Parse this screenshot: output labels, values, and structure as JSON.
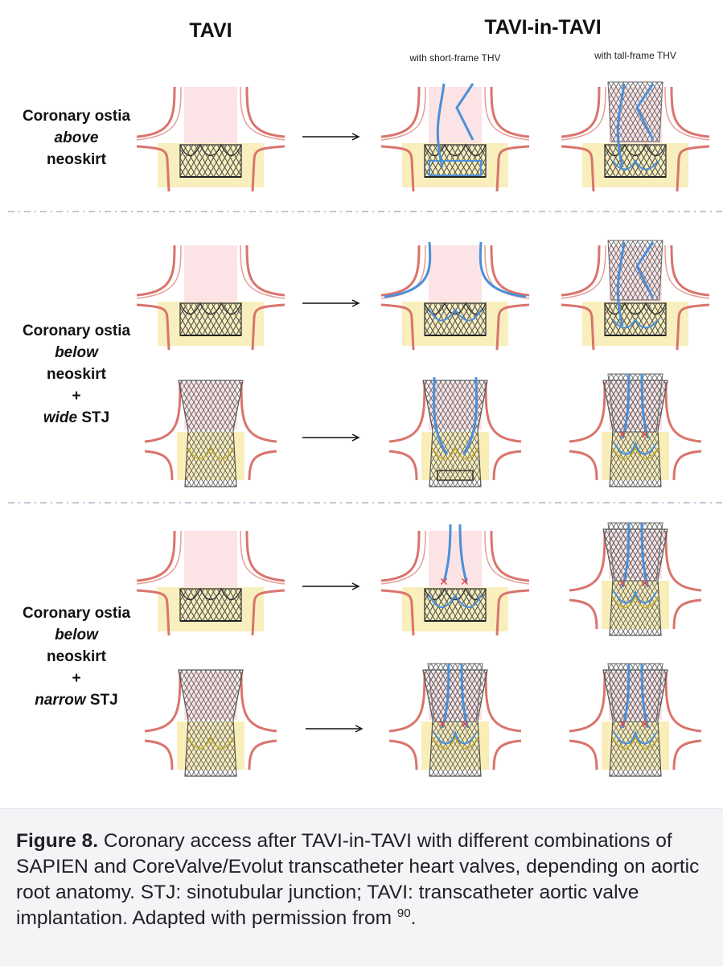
{
  "headers": {
    "left": "TAVI",
    "right": "TAVI-in-TAVI",
    "sub_short": "with short-frame THV",
    "sub_tall": "with tall-frame THV"
  },
  "rows": [
    {
      "line1": "Coronary ostia",
      "line2": "above",
      "line3": "neoskirt"
    },
    {
      "line1": "Coronary ostia",
      "line2": "below",
      "line3": "neoskirt",
      "plus": "+",
      "stj_adj": "wide",
      "stj": " STJ"
    },
    {
      "line1": "Coronary ostia",
      "line2": "below",
      "line3": "neoskirt",
      "plus": "+",
      "stj_adj": "narrow",
      "stj": " STJ"
    }
  ],
  "caption": {
    "label": "Figure 8.",
    "text": " Coronary access after TAVI-in-TAVI with different combinations of SAPIEN and CoreValve/Evolut transcatheter heart valves, depending on aortic root anatomy. STJ: sinotubular junction; TAVI: transcatheter aortic valve implantation. Adapted with permission from ",
    "ref": "90",
    "end": "."
  },
  "colors": {
    "aorta_wall": "#d9746c",
    "aorta_fill": "#fbe3e6",
    "skirt_fill": "#f8ecb0",
    "frame_stroke": "#555555",
    "coronary": "#4a90d9",
    "obstruction": "#e0403a",
    "divider": "#a9b7c8"
  }
}
